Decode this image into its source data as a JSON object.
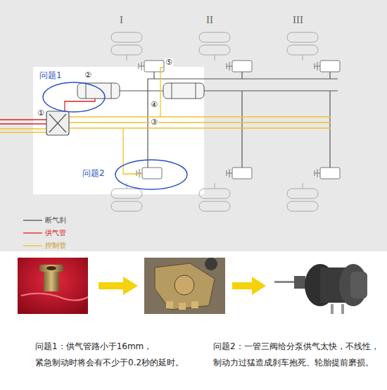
{
  "diagram": {
    "nodes": [
      {
        "text": [
          "问题1"
        ]
      },
      {
        "text": [
          "问题2"
        ]
      }
    ],
    "labels": [
      "I",
      "II",
      "III",
      "②",
      "⑤",
      "①",
      "④",
      "③",
      "问题1：供气管路小于16mm，",
      "紧急制动时将会有不少于0.2秒的延时。",
      "问题2：一管三阀给分泵供气太快，不线性，",
      "制动力过猛造成刹车抱死、轮胎提前磨损。"
    ],
    "legend": [
      {
        "text": "断气刹"
      },
      {
        "text": "供气管"
      },
      {
        "text": "控制管"
      }
    ]
  }
}
